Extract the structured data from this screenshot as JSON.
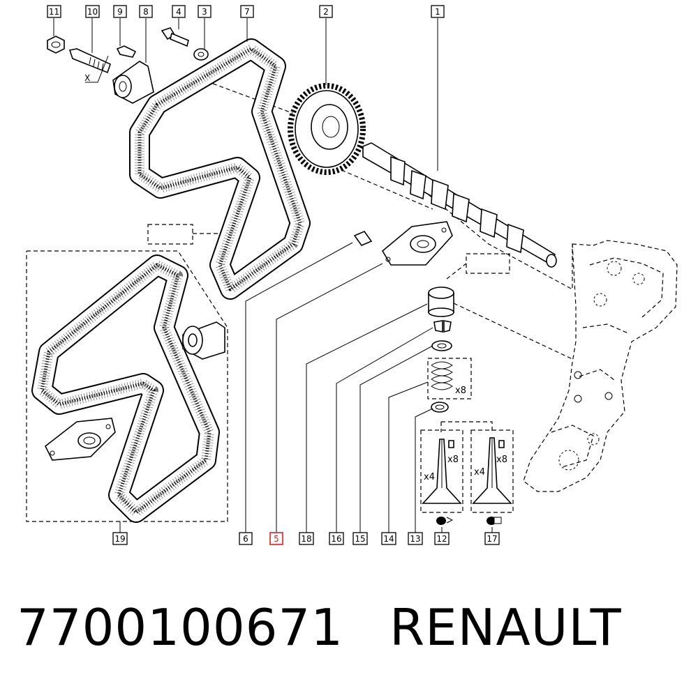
{
  "callouts": {
    "c1": "1",
    "c2": "2",
    "c3": "3",
    "c4": "4",
    "c5": "5",
    "c6": "6",
    "c7": "7",
    "c8": "8",
    "c9": "9",
    "c10": "10",
    "c11": "11",
    "c12": "12",
    "c13": "13",
    "c14": "14",
    "c15": "15",
    "c16": "16",
    "c17": "17",
    "c18": "18",
    "c19": "19"
  },
  "highlight_color": "#e02020",
  "annotations": {
    "axis_mark": "X",
    "springs_qty": "x8",
    "intake_keys_qty": "x8",
    "intake_valves_qty": "x4",
    "exhaust_keys_qty": "x8",
    "exhaust_valves_qty": "x4"
  },
  "footer": {
    "part_number": "7700100671",
    "brand": "RENAULT"
  }
}
